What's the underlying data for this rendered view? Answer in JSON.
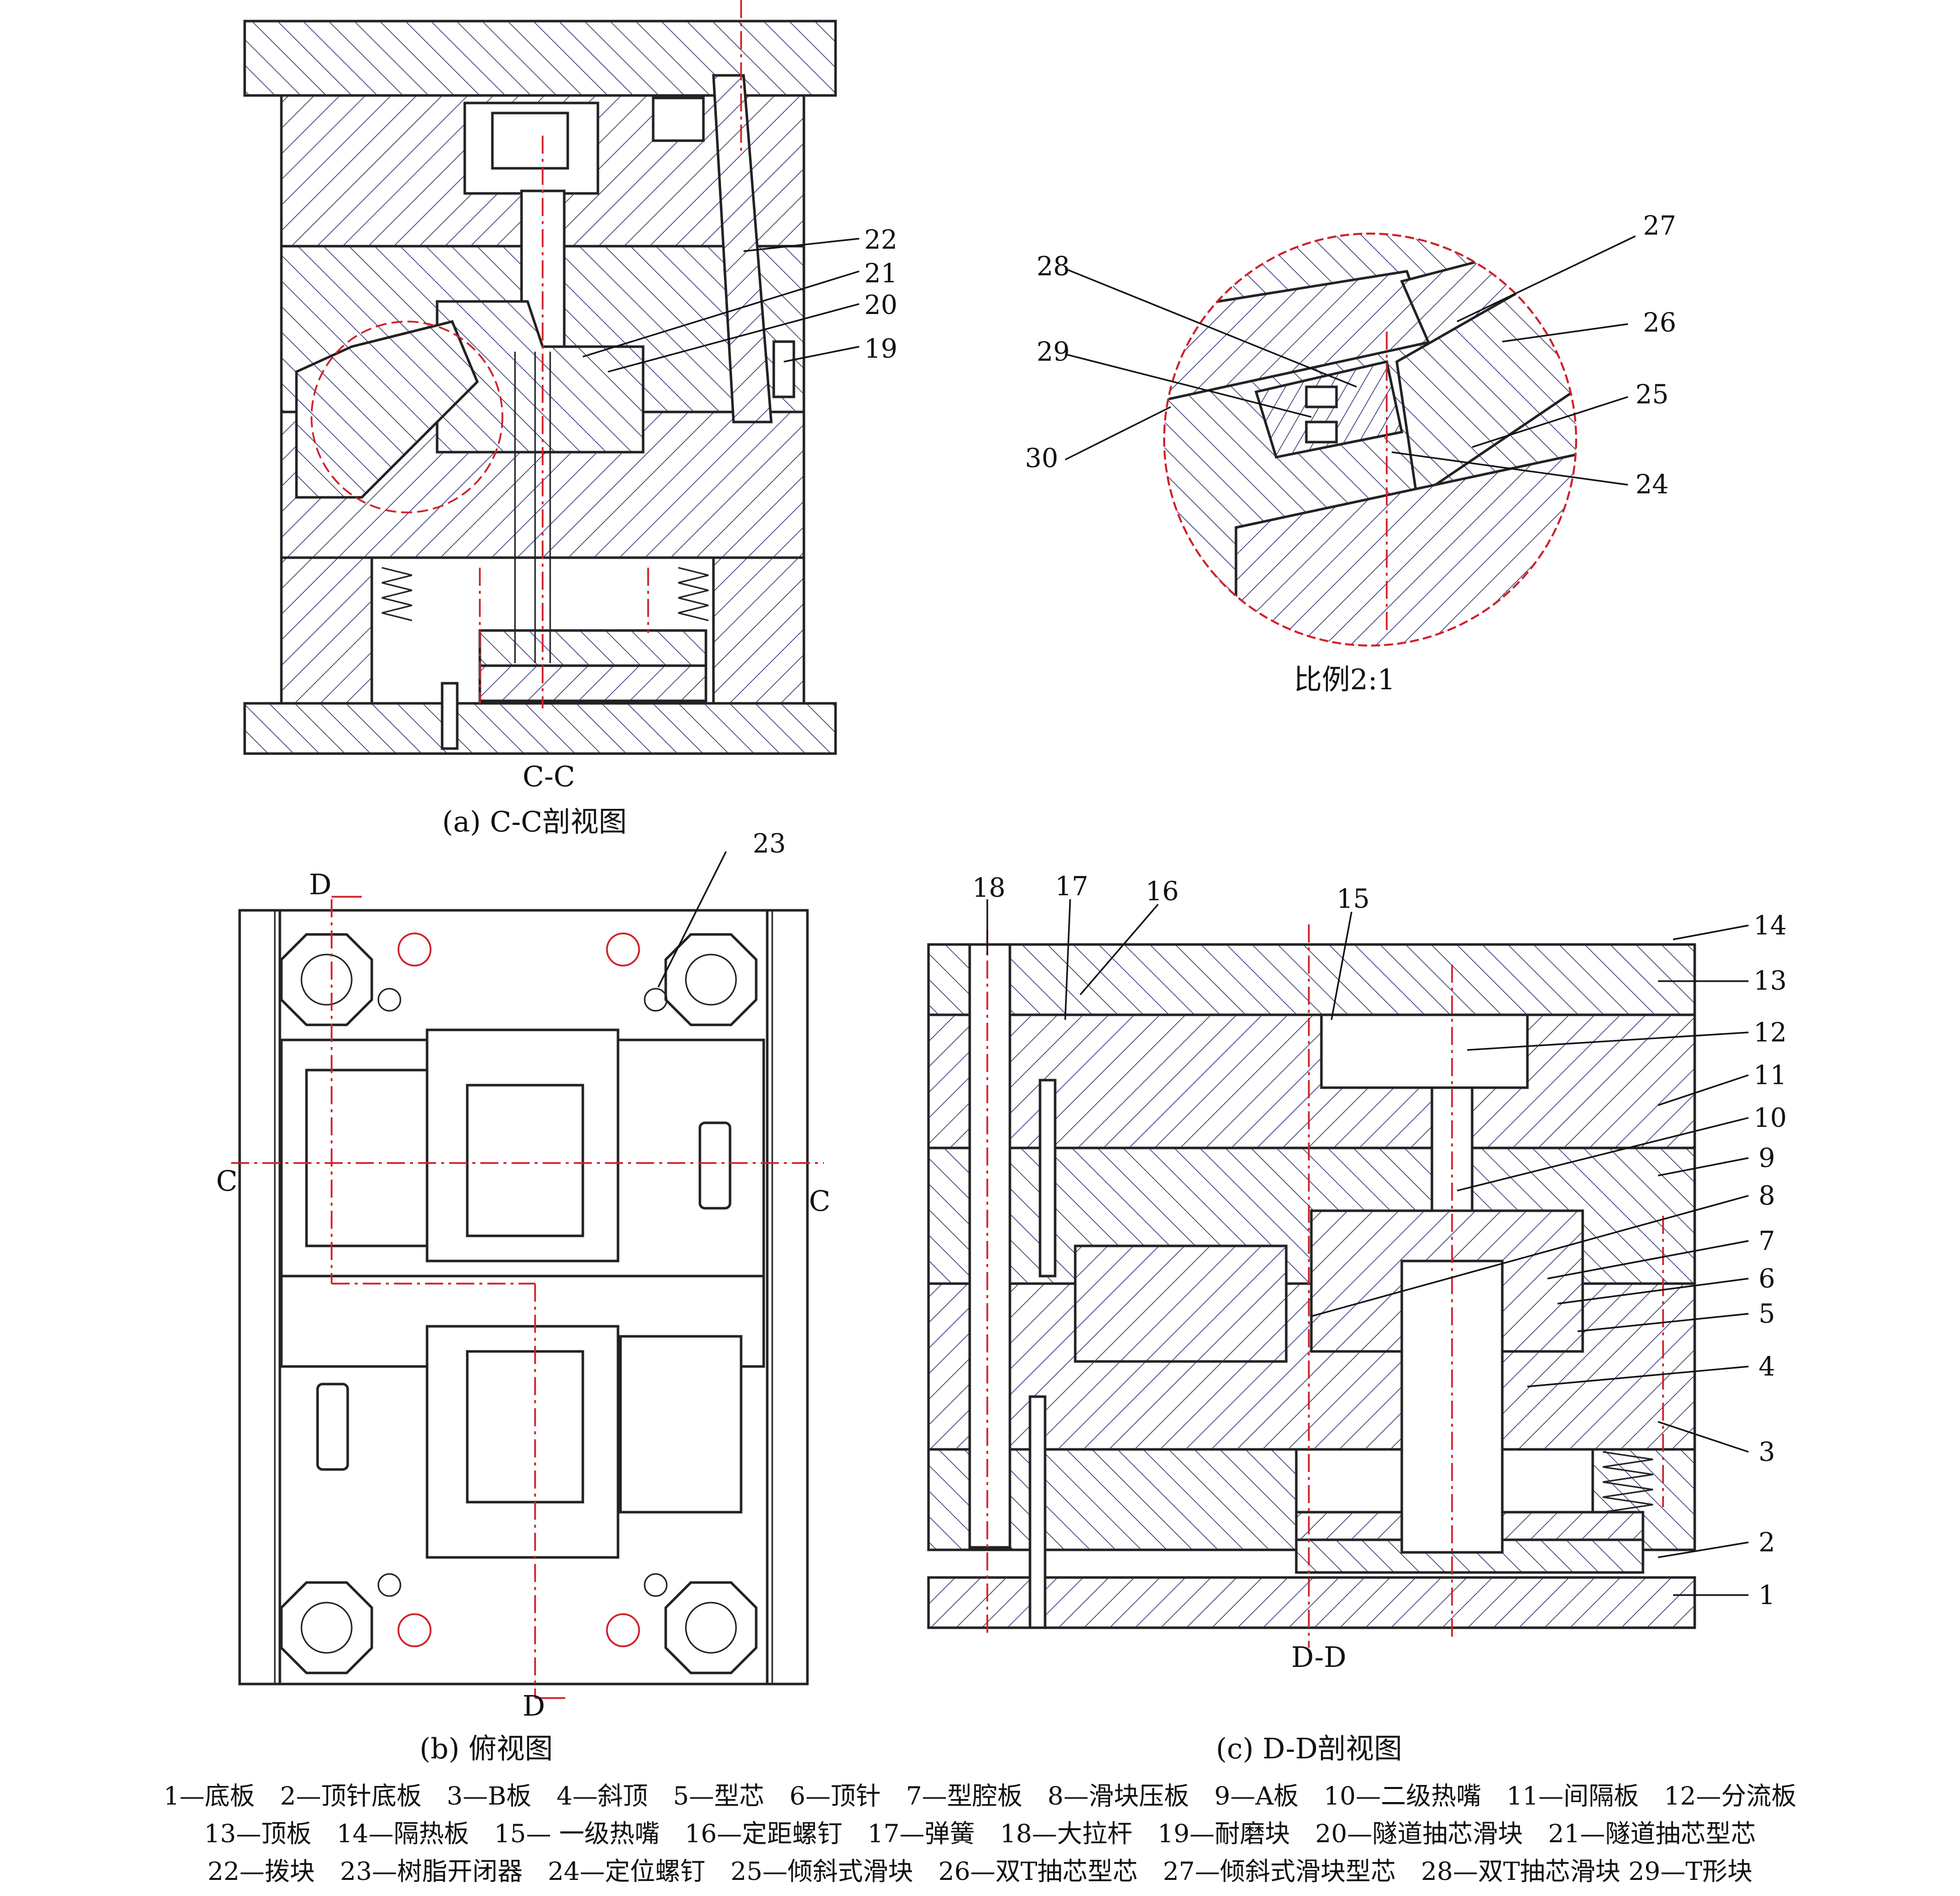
{
  "views": {
    "a": {
      "section_label": "C-C",
      "caption": "(a) C-C剖视图",
      "callouts": [
        "22",
        "21",
        "20",
        "19"
      ]
    },
    "detail": {
      "scale_label": "比例2:1",
      "callouts": [
        "28",
        "29",
        "30",
        "27",
        "26",
        "25",
        "24"
      ]
    },
    "b": {
      "caption": "(b) 俯视图",
      "callouts": [
        "23"
      ],
      "section_marks": [
        "D",
        "D",
        "C",
        "C"
      ]
    },
    "c": {
      "section_label": "D-D",
      "caption": "(c) D-D剖视图",
      "callouts_top": [
        "18",
        "17",
        "16",
        "15"
      ],
      "callouts_right": [
        "14",
        "13",
        "12",
        "11",
        "10",
        "9",
        "8",
        "7",
        "6",
        "5",
        "4",
        "3",
        "2",
        "1"
      ]
    }
  },
  "legend": {
    "line1": "1—底板　2—顶针底板　3—B板　4—斜顶　5—型芯　6—顶针　7—型腔板　8—滑块压板　9—A板　10—二级热嘴　11—间隔板　12—分流板",
    "line2": "13—顶板　14—隔热板　15— 一级热嘴　16—定距螺钉　17—弹簧　18—大拉杆　19—耐磨块　20—隧道抽芯滑块　21—隧道抽芯型芯",
    "line3": "22—拨块　23—树脂开闭器　24—定位螺钉　25—倾斜式滑块　26—双T抽芯型芯　27—倾斜式滑块型芯　28—双T抽芯滑块 29—T形块"
  }
}
